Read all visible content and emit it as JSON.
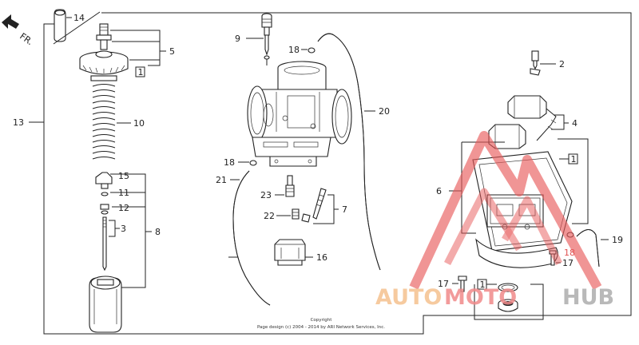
{
  "direction_label": "FR.",
  "callouts": {
    "c14": "14",
    "c5": "5",
    "c1a": "1",
    "c13": "13",
    "c10": "10",
    "c15": "15",
    "c11": "11",
    "c12": "12",
    "c3": "3",
    "c8": "8",
    "c9": "9",
    "c18a": "18",
    "c20": "20",
    "c18b": "18",
    "c21": "21",
    "c23": "23",
    "c22": "22",
    "c7": "7",
    "c16": "16",
    "c2": "2",
    "c4": "4",
    "c1b": "1",
    "c6": "6",
    "c18c": "18",
    "c19": "19",
    "c17a": "17",
    "c17b": "17",
    "c1c": "1"
  },
  "copyright": {
    "line1": "Copyright",
    "line2": "Page design (c) 2004 - 2014 by ARI Network Services, Inc."
  },
  "watermark": {
    "part1": "AUTO",
    "part2": "MOTO",
    "part3": "HUB"
  },
  "colors": {
    "line": "#222222",
    "watermark_red": "#e85a5a",
    "watermark_orange": "#f5b77a",
    "watermark_gray": "#a0a0a0"
  }
}
